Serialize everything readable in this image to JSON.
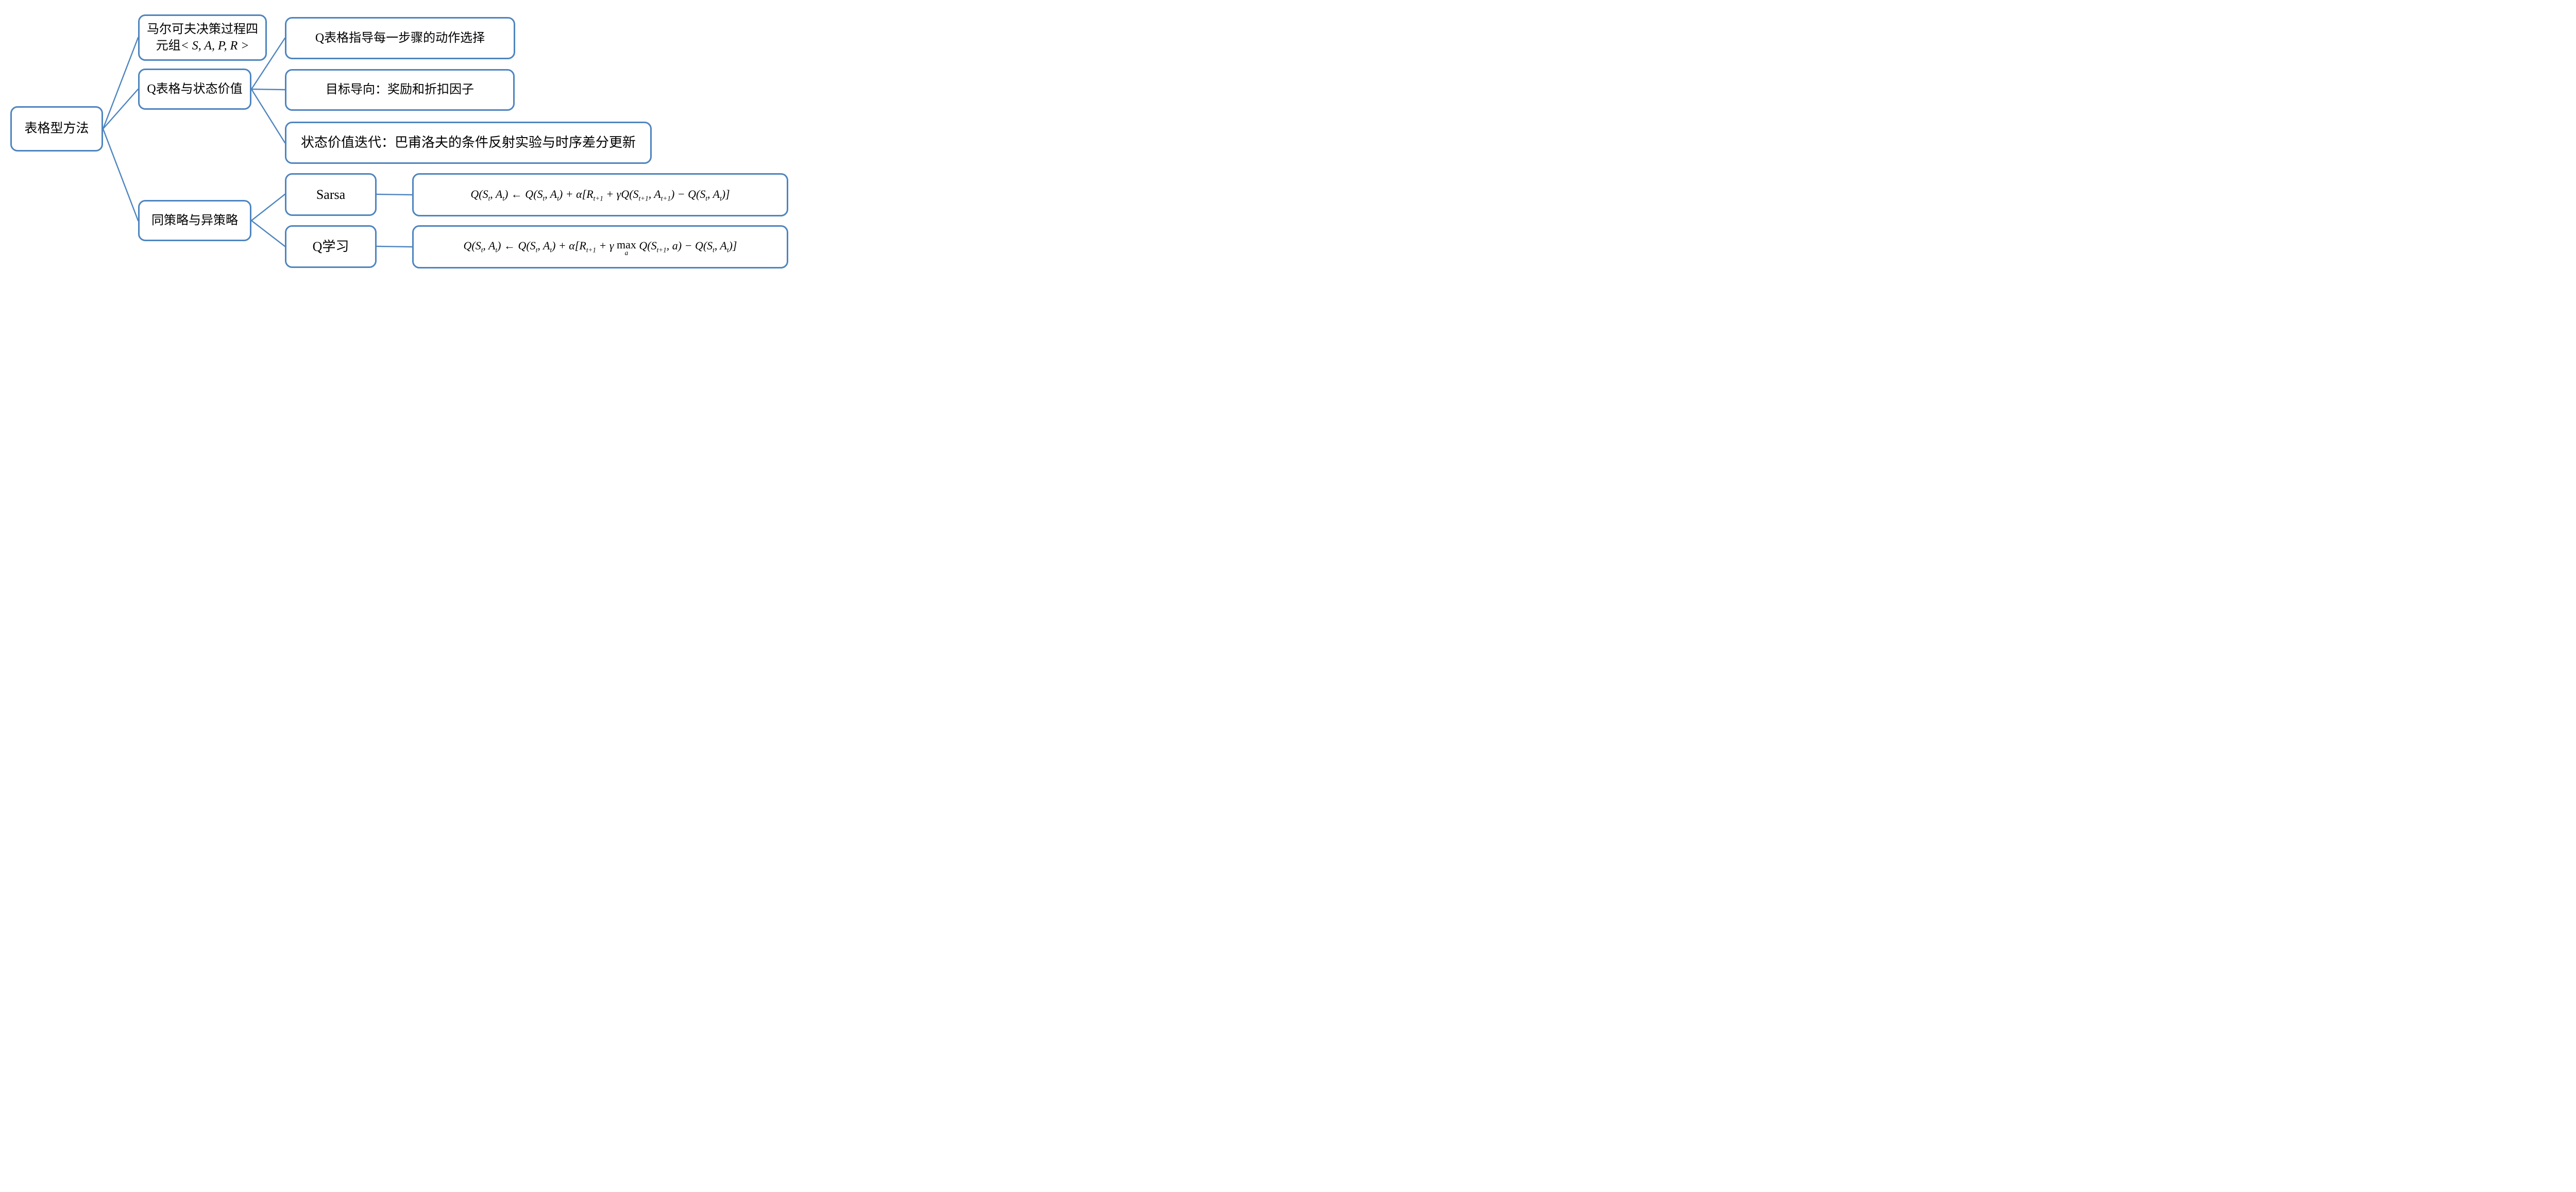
{
  "colors": {
    "accent": "#4e85bf",
    "text": "#000000",
    "background": "#ffffff"
  },
  "diagram": {
    "root": {
      "label": "表格型方法"
    },
    "mdp": {
      "line1": "马尔可夫决策过程四",
      "line2_text": "元组",
      "line2_math": "< S, A, P, R >"
    },
    "qtable": {
      "label": "Q表格与状态价值"
    },
    "qtable_children": [
      {
        "label": "Q表格指导每一步骤的动作选择"
      },
      {
        "label": "目标导向：奖励和折扣因子"
      },
      {
        "label": "状态价值迭代：巴甫洛夫的条件反射实验与时序差分更新"
      }
    ],
    "policy": {
      "label": "同策略与异策略"
    },
    "sarsa": {
      "label": "Sarsa",
      "formula": "Q(S_{t}, A_{t}) ← Q(S_{t}, A_{t}) + α[R_{t+1} + γQ(S_{t+1}, A_{t+1}) − Q(S_{t}, A_{t})]"
    },
    "qlearning": {
      "label": "Q学习",
      "formula": "Q(S_{t}, A_{t}) ← Q(S_{t}, A_{t}) + α[R_{t+1} + γ maxu{a} Q(S_{t+1}, a) − Q(S_{t}, A_{t})]"
    }
  }
}
